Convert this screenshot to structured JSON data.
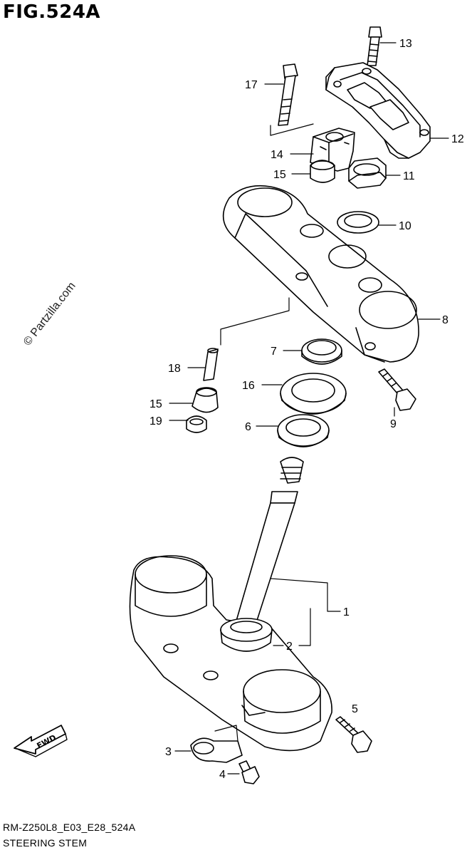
{
  "figure": {
    "title": "FIG.524A",
    "watermark": "© Partzilla.com",
    "footer_code": "RM-Z250L8_E03_E28_524A",
    "footer_name": "STEERING STEM",
    "direction_badge": "FWD"
  },
  "callouts": [
    {
      "id": "c13",
      "label": "13"
    },
    {
      "id": "c17",
      "label": "17"
    },
    {
      "id": "c12",
      "label": "12"
    },
    {
      "id": "c14",
      "label": "14"
    },
    {
      "id": "c15a",
      "label": "15"
    },
    {
      "id": "c11",
      "label": "11"
    },
    {
      "id": "c10",
      "label": "10"
    },
    {
      "id": "c8",
      "label": "8"
    },
    {
      "id": "c7",
      "label": "7"
    },
    {
      "id": "c18",
      "label": "18"
    },
    {
      "id": "c16",
      "label": "16"
    },
    {
      "id": "c15b",
      "label": "15"
    },
    {
      "id": "c9",
      "label": "9"
    },
    {
      "id": "c19",
      "label": "19"
    },
    {
      "id": "c6",
      "label": "6"
    },
    {
      "id": "c1",
      "label": "1"
    },
    {
      "id": "c2",
      "label": "2"
    },
    {
      "id": "c5",
      "label": "5"
    },
    {
      "id": "c3",
      "label": "3"
    },
    {
      "id": "c4",
      "label": "4"
    }
  ]
}
